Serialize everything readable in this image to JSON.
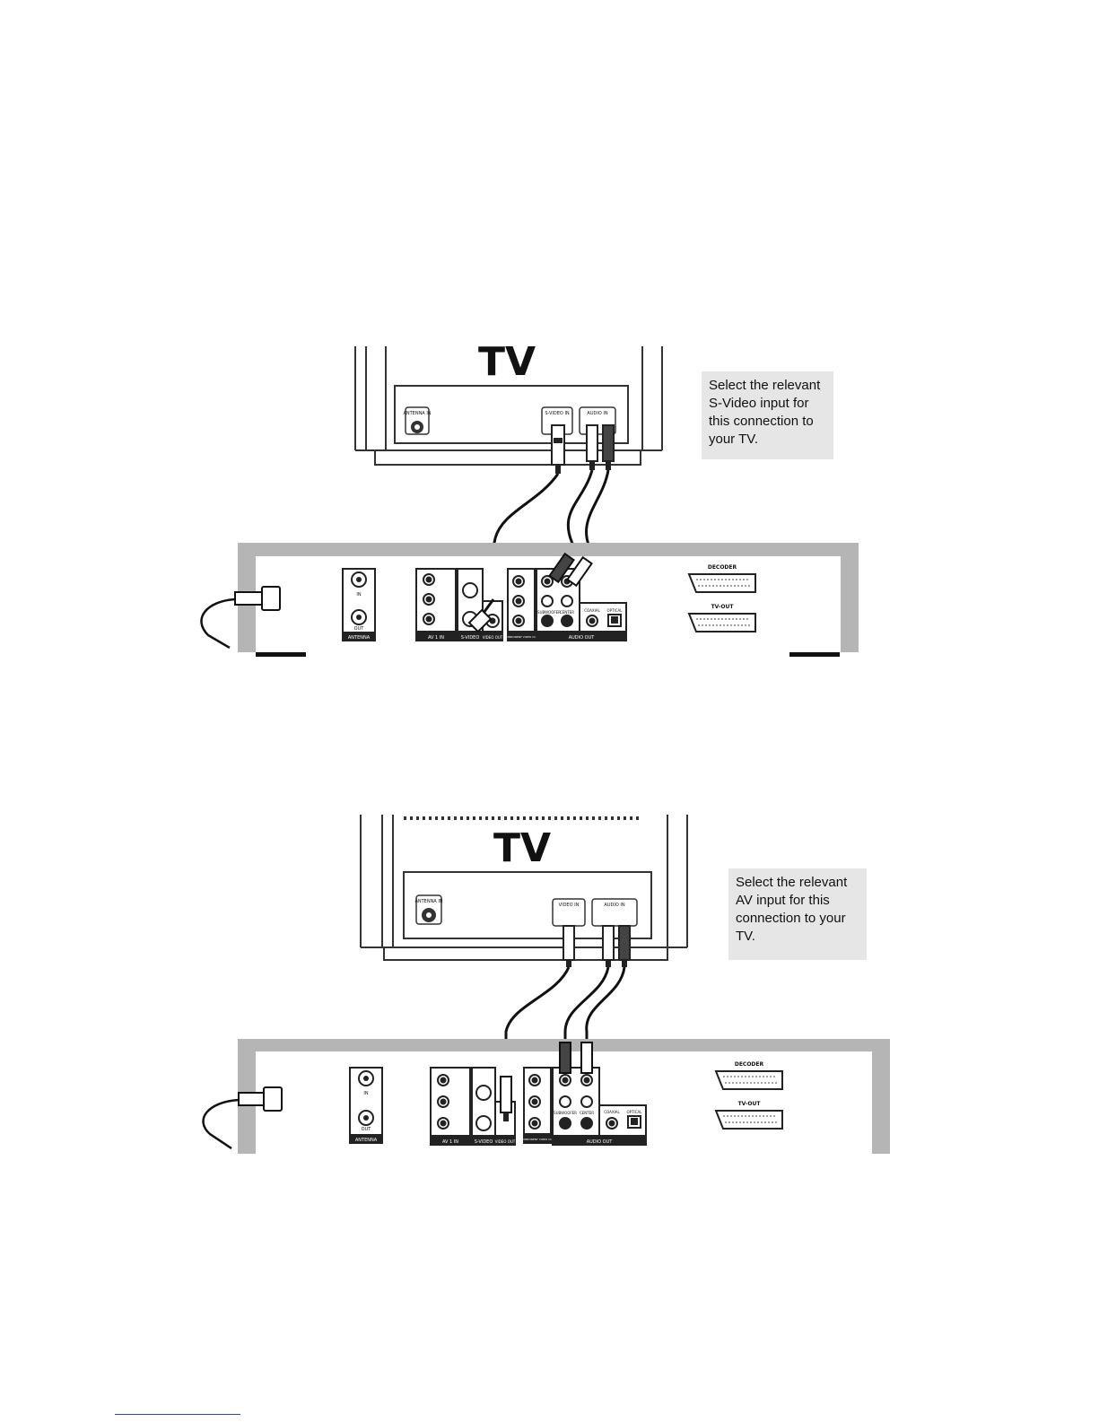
{
  "diagram1": {
    "tv_title": "TV",
    "note": "Select the relevant S-Video input for this connection to your TV.",
    "tv_panel": {
      "antenna_in": "ANTENNA IN",
      "svideo_in": "S-VIDEO IN",
      "audio_in": "AUDIO IN"
    },
    "player": {
      "antenna": "ANTENNA",
      "in": "IN",
      "out": "OUT",
      "av": "AV 1 IN",
      "svideo": "S-VIDEO",
      "video_out": "VIDEO OUT",
      "component": "COMPONENT VIDEO OUT",
      "audio_out": "AUDIO OUT",
      "subwoofer": "SUBWOOFER",
      "center": "CENTER",
      "coaxial": "COAXIAL",
      "optical": "OPTICAL",
      "decoder": "DECODER",
      "tv_out": "TV-OUT"
    }
  },
  "diagram2": {
    "tv_title": "TV",
    "note": "Select the relevant AV input for this connection to your TV.",
    "tv_panel": {
      "antenna_in": "ANTENNA IN",
      "video_in": "VIDEO IN",
      "audio_in": "AUDIO IN"
    },
    "player": {
      "antenna": "ANTENNA",
      "in": "IN",
      "out": "OUT",
      "av": "AV 1 IN",
      "svideo": "S-VIDEO",
      "video_out": "VIDEO OUT",
      "component": "COMPONENT VIDEO OUT",
      "audio_out": "AUDIO OUT",
      "subwoofer": "SUBWOOFER",
      "center": "CENTER",
      "coaxial": "COAXIAL",
      "optical": "OPTICAL",
      "decoder": "DECODER",
      "tv_out": "TV-OUT"
    }
  }
}
